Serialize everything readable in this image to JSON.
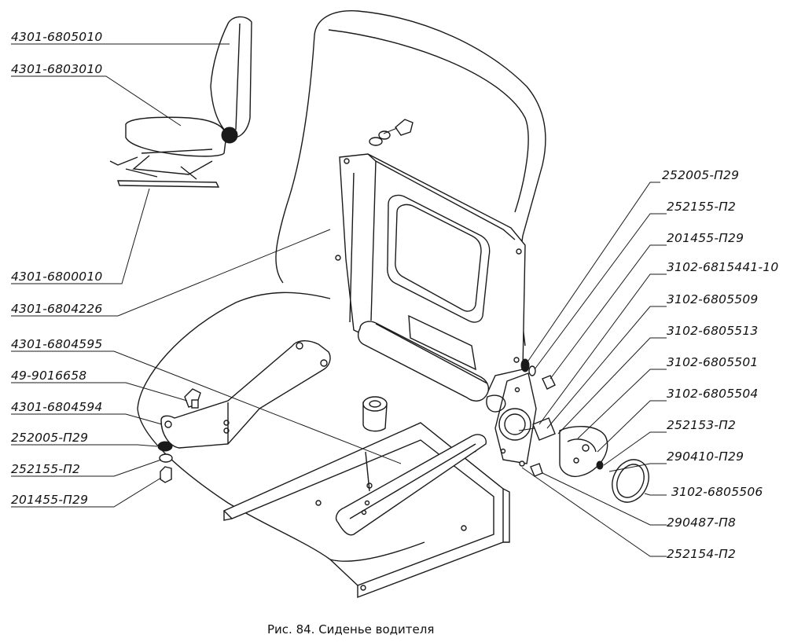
{
  "caption": "Рис. 84. Сиденье водителя",
  "labels": {
    "l01": "4301-6805010",
    "l02": "4301-6803010",
    "l03": "4301-6800010",
    "l04": "4301-6804226",
    "l05": "4301-6804595",
    "l06": "49-9016658",
    "l07": "4301-6804594",
    "l08": "252005-П29",
    "l09": "252155-П2",
    "l10": "201455-П29",
    "r01": "252005-П29",
    "r02": "252155-П2",
    "r03": "201455-П29",
    "r04": "3102-6815441-10",
    "r05": "3102-6805509",
    "r06": "3102-6805513",
    "r07": "3102-6805501",
    "r08": "3102-6805504",
    "r09": "252153-П2",
    "r10": "290410-П29",
    "r11": "3102-6805506",
    "r12": "290487-П8",
    "r13": "252154-П2"
  },
  "colors": {
    "ink": "#1a1a1a",
    "paper": "#ffffff"
  }
}
